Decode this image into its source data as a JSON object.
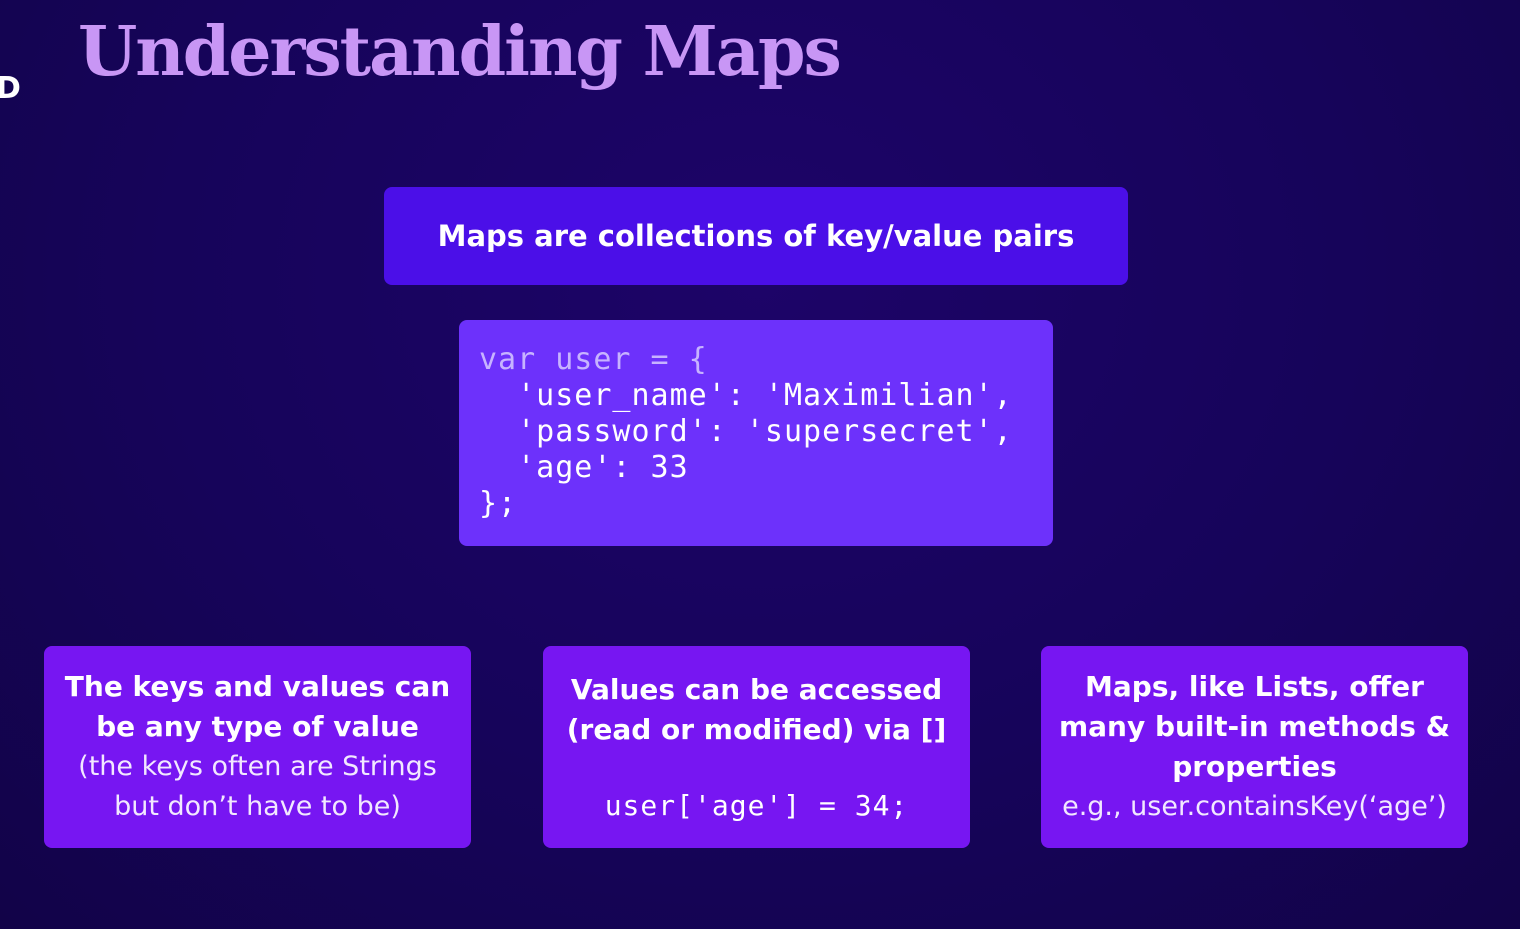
{
  "slide": {
    "corner_logo": "D",
    "title": "Understanding Maps",
    "headline": "Maps are collections of key/value pairs"
  },
  "code_block": {
    "lines": [
      "var user = {",
      "  'user_name': 'Maximilian',",
      "  'password': 'supersecret',",
      "  'age': 33",
      "};"
    ]
  },
  "cards": [
    {
      "strong_lines": [
        "The keys and values can",
        "be any type of value"
      ],
      "light_lines": [
        "(the keys often are Strings",
        "but don’t have to be)"
      ]
    },
    {
      "strong_lines": [
        "Values can be accessed",
        "(read or modified) via []"
      ],
      "code": "user['age'] = 34;"
    },
    {
      "strong_lines": [
        "Maps, like Lists, offer",
        "many built-in methods &",
        "properties"
      ],
      "light_lines": [
        "e.g., user.containsKey(‘age’)"
      ]
    }
  ],
  "colors": {
    "background": "#16045a",
    "title": "#c896f5",
    "headline_box": "#4b0fe8",
    "code_box": "#6d31fb",
    "card": "#7716f2"
  }
}
